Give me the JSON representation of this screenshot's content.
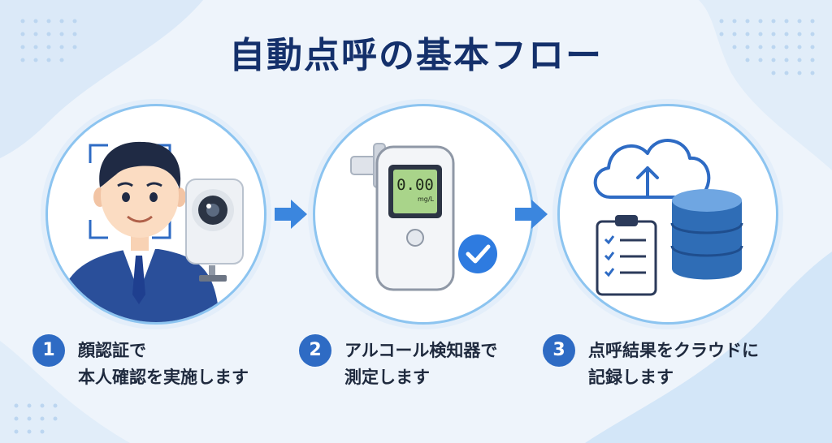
{
  "title": "自動点呼の基本フロー",
  "steps": [
    {
      "number": "1",
      "line1": "顔認証で",
      "line2": "本人確認を実施します"
    },
    {
      "number": "2",
      "line1": "アルコール検知器で",
      "line2": "測定します"
    },
    {
      "number": "3",
      "line1": "点呼結果をクラウドに",
      "line2": "記録します"
    }
  ],
  "breathalyzer": {
    "reading": "0.00",
    "unit": "mg/L"
  },
  "colors": {
    "title": "#14306b",
    "badge": "#2e6bc4",
    "arrow": "#3b86de",
    "circle_border": "#8cc4f0"
  }
}
